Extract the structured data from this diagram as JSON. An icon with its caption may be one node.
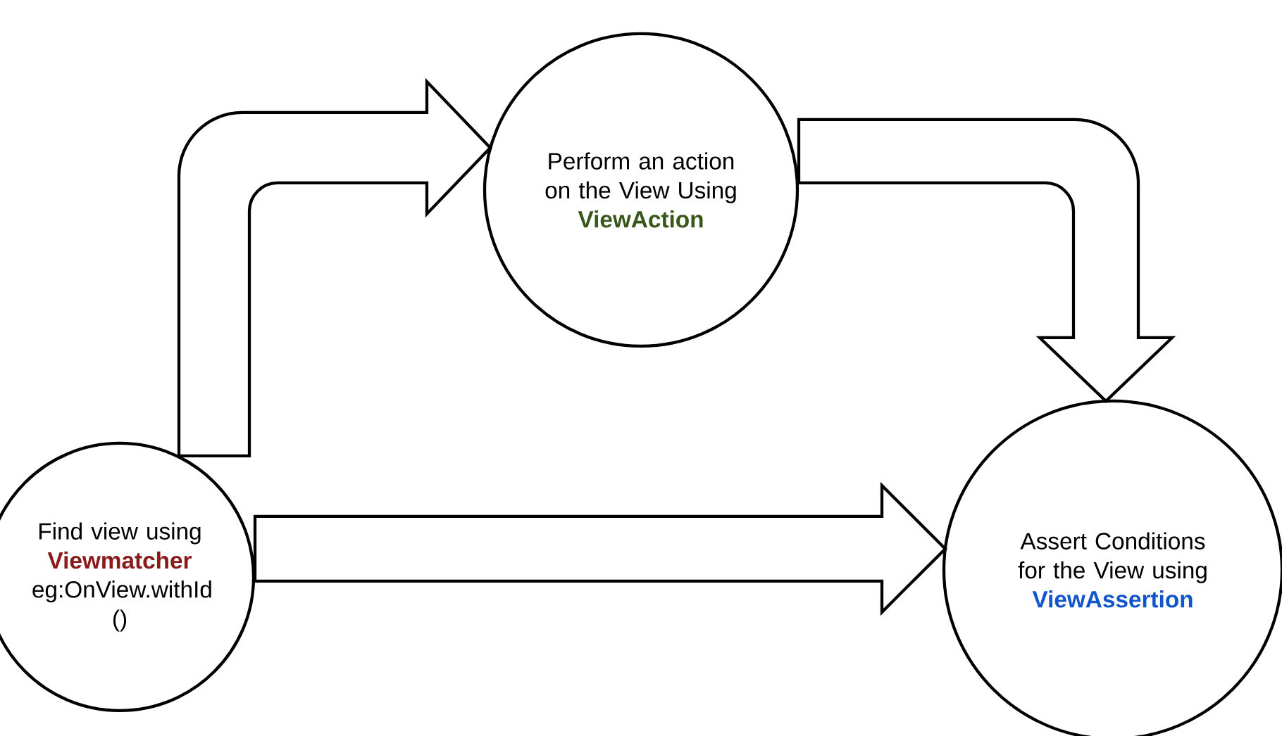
{
  "diagram": {
    "nodes": [
      {
        "text": [
          "Find view using",
          "Viewmatcher",
          "eg:OnView.withId ()"
        ]
      },
      {
        "text": [
          "Perform an action on the View Using",
          "ViewAction"
        ]
      },
      {
        "text": [
          "Assert Conditions for the View using",
          "ViewAssertion"
        ]
      }
    ],
    "edges": [
      {
        "from": 0,
        "to": 1,
        "arrow": "to"
      },
      {
        "from": 1,
        "to": 2,
        "arrow": "to"
      },
      {
        "from": 0,
        "to": 2,
        "arrow": "to"
      }
    ]
  }
}
